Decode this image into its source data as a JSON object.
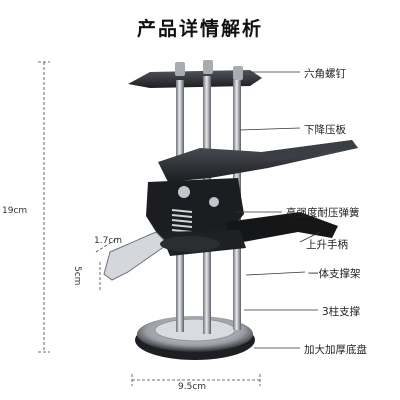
{
  "title": "产品详情解析",
  "labels": {
    "screw": "六角螺钉",
    "press_plate": "下降压板",
    "spring": "高强度耐压弹簧",
    "handle": "上升手柄",
    "frame": "一体支撑架",
    "pillars": "3柱支撑",
    "base": "加大加厚底盘"
  },
  "dimensions": {
    "height": "19cm",
    "width": "9.5cm",
    "arm_width": "1.7cm",
    "arm_height": "5cm"
  },
  "colors": {
    "metal_dark": "#2a2a2a",
    "metal_light": "#c9ccd1",
    "leader": "#333333"
  }
}
